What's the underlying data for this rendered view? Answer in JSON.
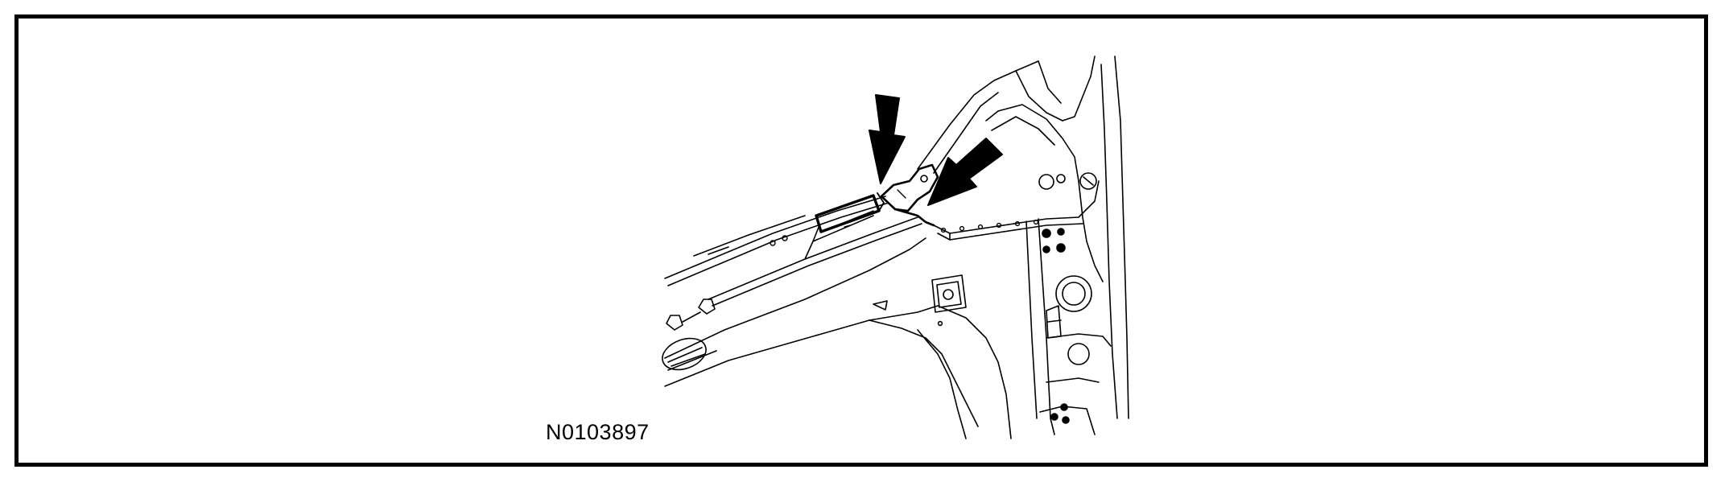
{
  "figure": {
    "id_label": "N0103897",
    "subject": "line-art-vehicle-body-panel-illustration",
    "callouts": [
      {
        "name": "arrow-left-pointer",
        "direction": "down"
      },
      {
        "name": "arrow-right-pointer",
        "direction": "down-left"
      }
    ],
    "colors": {
      "ink": "#000000",
      "paper": "#ffffff"
    }
  }
}
